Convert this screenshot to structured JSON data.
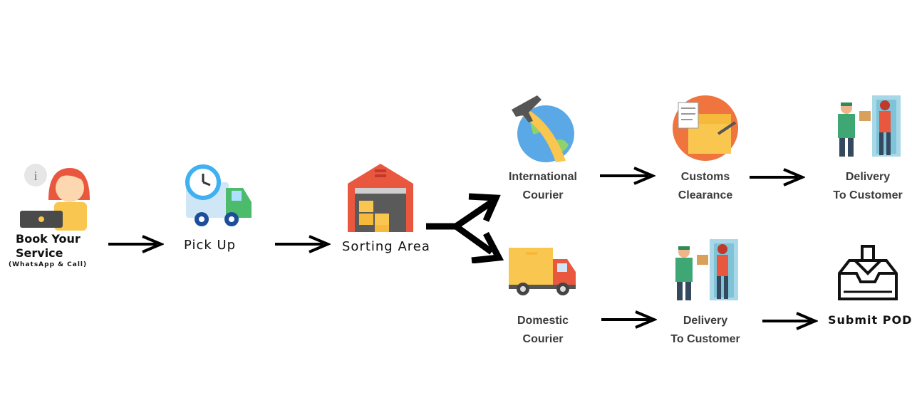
{
  "steps": {
    "book": {
      "line1": "Book Your",
      "line2": "Service",
      "sub": "(WhatsApp & Call)"
    },
    "pickup": {
      "label": "Pick Up"
    },
    "sorting": {
      "label": "Sorting Area"
    },
    "international": {
      "line1": "International",
      "line2": "Courier"
    },
    "customs": {
      "line1": "Customs",
      "line2": "Clearance"
    },
    "delivery_top": {
      "line1": "Delivery",
      "line2": "To Customer"
    },
    "domestic": {
      "line1": "Domestic",
      "line2": "Courier"
    },
    "delivery_bottom": {
      "line1": "Delivery",
      "line2": "To Customer"
    },
    "submit_pod": {
      "label": "Submit POD"
    }
  },
  "colors": {
    "arrow": "#000000",
    "label": "#3b3b3b",
    "accent_orange": "#f0743e",
    "accent_yellow": "#f9c74f",
    "accent_blue": "#5aa9e6"
  },
  "icons": [
    "customer-service-agent-icon",
    "delivery-truck-clock-icon",
    "warehouse-icon",
    "airplane-globe-icon",
    "customs-box-icon",
    "courier-delivery-icon",
    "domestic-truck-icon",
    "submit-inbox-icon"
  ]
}
